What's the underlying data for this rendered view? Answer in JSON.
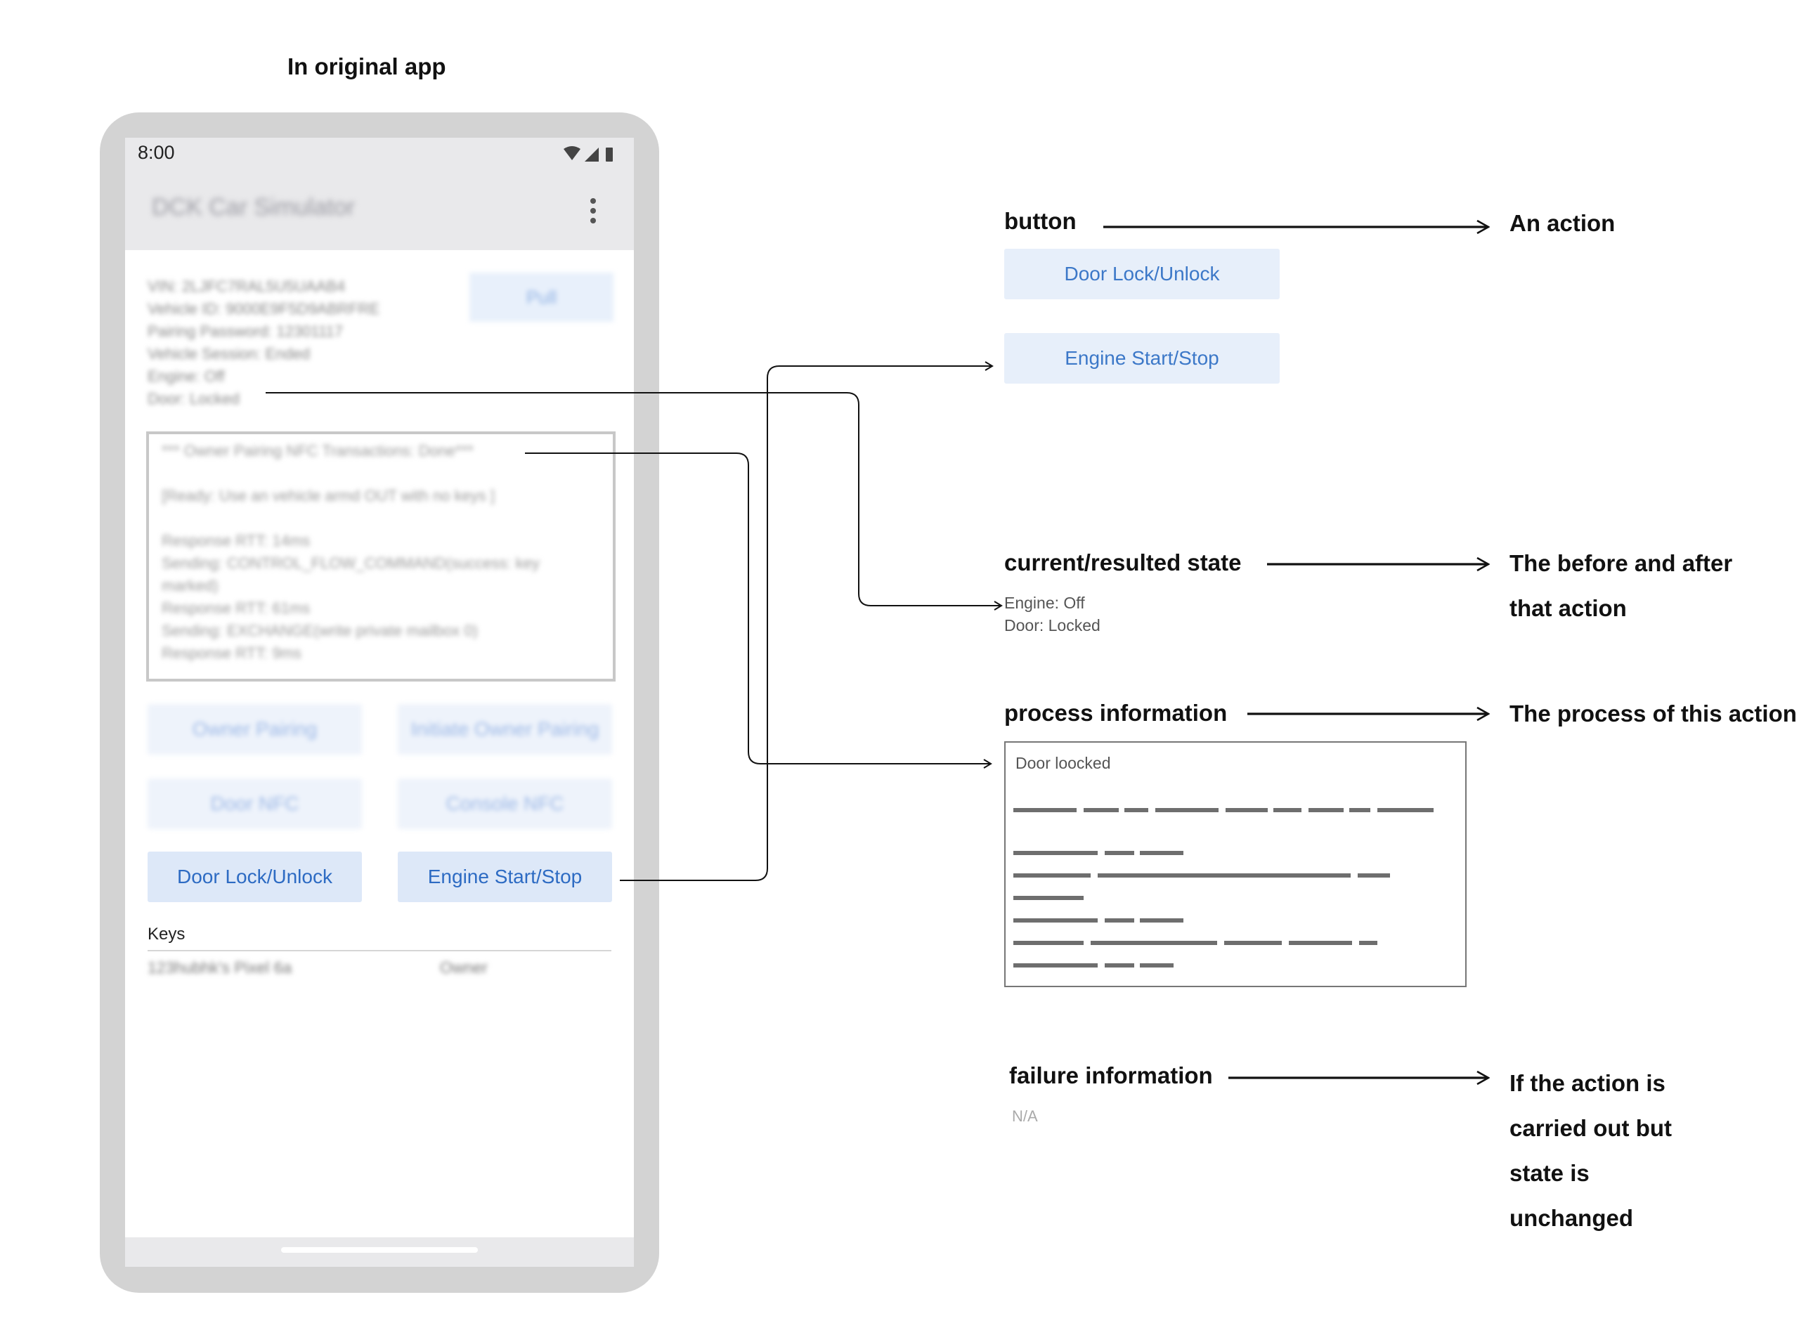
{
  "header": {
    "title": "In original app"
  },
  "phone": {
    "status_time": "8:00",
    "app_title": "DCK Car Simulator",
    "vehicle_info_lines": [
      "VIN: 2LJFC7RAL5U5UAAB4",
      "Vehicle ID: 9000E9F5D9ABRFRE",
      "Pairing Password: 12301117",
      "Vehicle Session: Ended",
      "Engine: Off",
      "Door: Locked"
    ],
    "pull_label": "Pull",
    "log_lines": [
      "*** Owner Pairing NFC Transactions: Done***",
      "",
      "[Ready: Use an vehicle armd OUT with no keys ]",
      "",
      "Response RTT: 14ms",
      "Sending: CONTROL_FLOW_COMMAND(success: key",
      "marked)",
      "Response RTT: 61ms",
      "Sending: EXCHANGE(write private mailbox 0)",
      "Response RTT: 9ms"
    ],
    "buttons": {
      "owner_pairing": "Owner Pairing",
      "initiate_owner_pairing": "Initiate Owner Pairing",
      "door_nfc": "Door NFC",
      "console_nfc": "Console NFC",
      "door_lock_unlock": "Door Lock/Unlock",
      "engine_start_stop": "Engine Start/Stop"
    },
    "keys_label": "Keys",
    "keys_row": {
      "device": "123hubhk's Pixel 6a",
      "role": "Owner"
    }
  },
  "annotations": {
    "button": {
      "heading": "button",
      "button_1": "Door Lock/Unlock",
      "button_2": "Engine Start/Stop",
      "description": "An action"
    },
    "state": {
      "heading": "current/resulted state",
      "engine_line": "Engine: Off",
      "door_line": "Door: Locked",
      "description_line_1": "The before and after",
      "description_line_2": "that action"
    },
    "process": {
      "heading": "process information",
      "box_title": "Door loocked",
      "description": "The process of this action"
    },
    "failure": {
      "heading": "failure information",
      "value": "N/A",
      "description_line_1": "If the action is",
      "description_line_2": "carried out but",
      "description_line_3": "state is",
      "description_line_4": "unchanged"
    }
  },
  "colors": {
    "phone_frame": "#d3d3d3",
    "button_bg": "#dde8f8",
    "button_text": "#2d6bc3",
    "placeholder_bar": "#6e6e6e"
  }
}
